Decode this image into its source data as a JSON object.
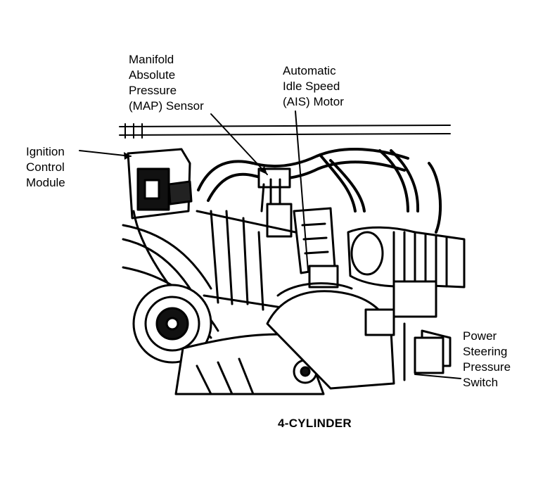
{
  "diagram": {
    "labels": {
      "map_sensor": [
        "Manifold",
        "Absolute",
        "Pressure",
        "(MAP) Sensor"
      ],
      "ais_motor": [
        "Automatic",
        "Idle Speed",
        "(AIS) Motor"
      ],
      "ignition_module": [
        "Ignition",
        "Control",
        "Module"
      ],
      "ps_switch": [
        "Power",
        "Steering",
        "Pressure",
        "Switch"
      ]
    },
    "caption": "4-CYLINDER",
    "colors": {
      "ink": "#000000",
      "paper": "#ffffff"
    }
  }
}
